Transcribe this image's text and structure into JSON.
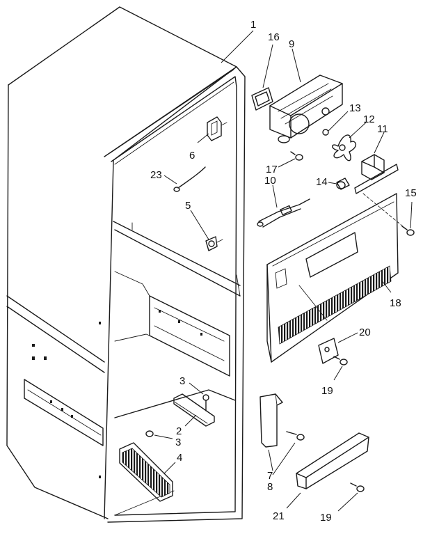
{
  "callouts": [
    {
      "id": "c1",
      "text": "1"
    },
    {
      "id": "c16",
      "text": "16"
    },
    {
      "id": "c9",
      "text": "9"
    },
    {
      "id": "c13",
      "text": "13"
    },
    {
      "id": "c12",
      "text": "12"
    },
    {
      "id": "c11",
      "text": "11"
    },
    {
      "id": "c6",
      "text": "6"
    },
    {
      "id": "c23",
      "text": "23"
    },
    {
      "id": "c17",
      "text": "17"
    },
    {
      "id": "c10",
      "text": "10"
    },
    {
      "id": "c14",
      "text": "14"
    },
    {
      "id": "c15",
      "text": "15"
    },
    {
      "id": "c5",
      "text": "5"
    },
    {
      "id": "c18",
      "text": "18"
    },
    {
      "id": "c20",
      "text": "20"
    },
    {
      "id": "c19a",
      "text": "19"
    },
    {
      "id": "c3a",
      "text": "3"
    },
    {
      "id": "c2",
      "text": "2"
    },
    {
      "id": "c3b",
      "text": "3"
    },
    {
      "id": "c4",
      "text": "4"
    },
    {
      "id": "c7",
      "text": "7"
    },
    {
      "id": "c8",
      "text": "8"
    },
    {
      "id": "c21",
      "text": "21"
    },
    {
      "id": "c19b",
      "text": "19"
    }
  ]
}
